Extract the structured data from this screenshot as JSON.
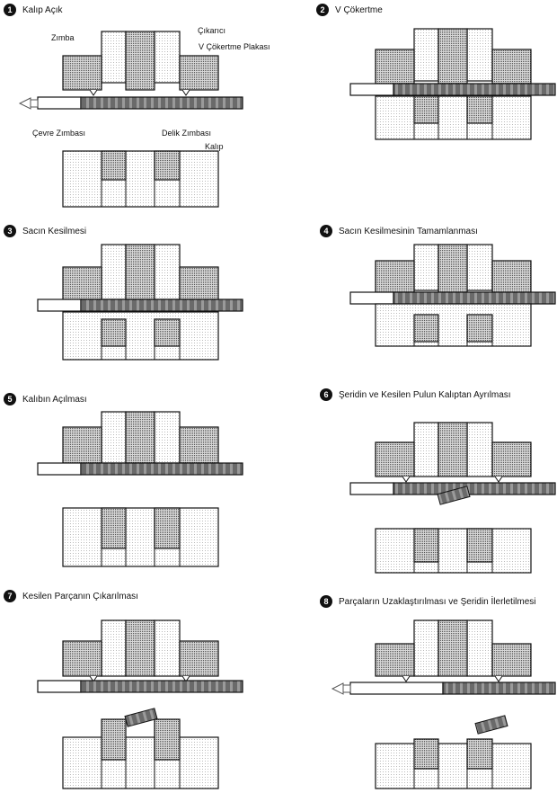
{
  "panels": [
    {
      "number": "1",
      "title": "Kalıp Açık"
    },
    {
      "number": "2",
      "title": "V Çökertme"
    },
    {
      "number": "3",
      "title": "Sacın Kesilmesi"
    },
    {
      "number": "4",
      "title": "Sacın Kesilmesinin Tamamlanması"
    },
    {
      "number": "5",
      "title": "Kalıbın Açılması"
    },
    {
      "number": "6",
      "title": "Şeridin ve Kesilen Pulun Kalıptan Ayrılması"
    },
    {
      "number": "7",
      "title": "Kesilen Parçanın Çıkarılması"
    },
    {
      "number": "8",
      "title": "Parçaların Uzaklaştırılması ve Şeridin İlerletilmesi"
    }
  ],
  "labels": {
    "zimba": "Zımba",
    "cikarici": "Çıkarıcı",
    "v_plate": "V Çökertme Plakası",
    "cevre_zimbasi": "Çevre Zımbası",
    "delik_zimbasi": "Delik Zımbası",
    "kalip": "Kalıp"
  },
  "colors": {
    "ink": "#111111",
    "dots": "#8a8a8a",
    "strip": "#5a5a5a"
  }
}
